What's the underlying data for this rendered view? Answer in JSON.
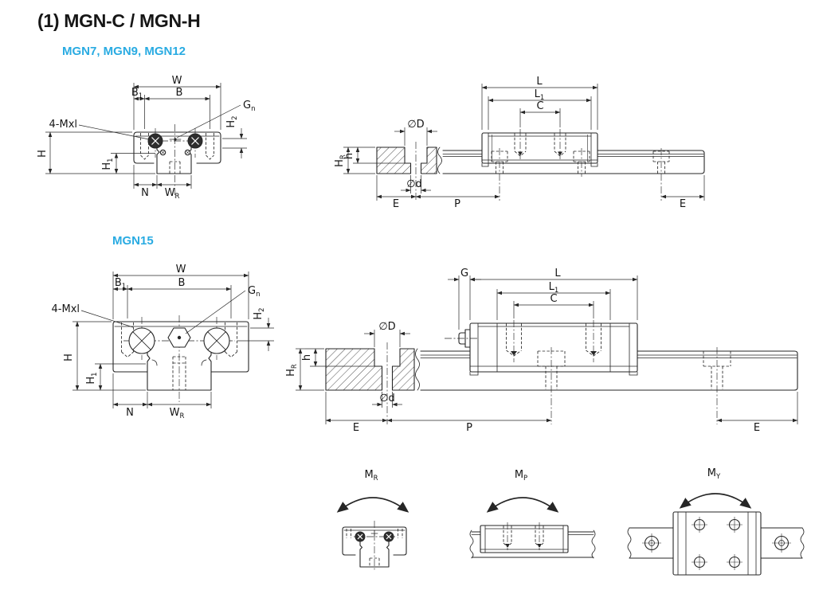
{
  "page": {
    "title": "(1) MGN-C / MGN-H"
  },
  "colors": {
    "subtitle_blue": "#29abe2",
    "ink": "#262626"
  },
  "section1": {
    "subtitle": "MGN7, MGN9, MGN12",
    "front": {
      "w": "W",
      "b": "B",
      "b1": {
        "base": "B",
        "sub": "1"
      },
      "gn": {
        "base": "G",
        "sub": "n"
      },
      "screws": "4-Mxl",
      "h": "H",
      "h1": {
        "base": "H",
        "sub": "1"
      },
      "h2": {
        "base": "H",
        "sub": "2"
      },
      "n": "N",
      "wr": {
        "base": "W",
        "sub": "R"
      }
    },
    "side": {
      "l": "L",
      "l1": {
        "base": "L",
        "sub": "1"
      },
      "c": "C",
      "diaD": "∅D",
      "diad": "∅d",
      "h": "h",
      "hr": {
        "base": "H",
        "sub": "R"
      },
      "e1": "E",
      "p": "P",
      "e2": "E"
    }
  },
  "section2": {
    "subtitle": "MGN15",
    "front": {
      "w": "W",
      "b": "B",
      "b1": {
        "base": "B",
        "sub": "1"
      },
      "gn": {
        "base": "G",
        "sub": "n"
      },
      "screws": "4-Mxl",
      "h": "H",
      "h1": {
        "base": "H",
        "sub": "1"
      },
      "h2": {
        "base": "H",
        "sub": "2"
      },
      "n": "N",
      "wr": {
        "base": "W",
        "sub": "R"
      }
    },
    "side": {
      "g": "G",
      "l": "L",
      "l1": {
        "base": "L",
        "sub": "1"
      },
      "c": "C",
      "diaD": "∅D",
      "diad": "∅d",
      "h": "h",
      "hr": {
        "base": "H",
        "sub": "R"
      },
      "e1": "E",
      "p": "P",
      "e2": "E"
    }
  },
  "moments": {
    "mr": {
      "base": "M",
      "sub": "R"
    },
    "mp": {
      "base": "M",
      "sub": "P"
    },
    "my": {
      "base": "M",
      "sub": "Y"
    }
  }
}
